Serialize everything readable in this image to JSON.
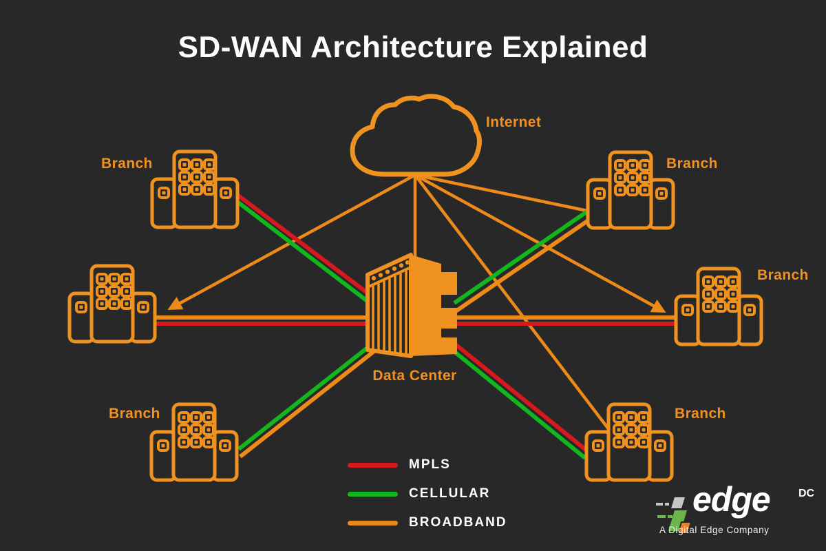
{
  "title": "SD-WAN Architecture Explained",
  "diagram": {
    "internet": {
      "label": "Internet",
      "icon": "cloud-icon"
    },
    "data_center": {
      "label": "Data Center",
      "icon": "datacenter-building-icon"
    },
    "branches": [
      {
        "id": "top-left",
        "label": "Branch"
      },
      {
        "id": "top-right",
        "label": "Branch"
      },
      {
        "id": "mid-left",
        "label": ""
      },
      {
        "id": "mid-right",
        "label": "Branch"
      },
      {
        "id": "bottom-left",
        "label": "Branch"
      },
      {
        "id": "bottom-right",
        "label": "Branch"
      }
    ],
    "connections": [
      {
        "from": "internet",
        "to": "data-center",
        "type": "broadband"
      },
      {
        "from": "internet",
        "to": "branch-mid-left",
        "type": "broadband",
        "arrow": true
      },
      {
        "from": "internet",
        "to": "branch-mid-right",
        "type": "broadband",
        "arrow": true
      },
      {
        "from": "internet",
        "to": "branch-top-right",
        "type": "broadband"
      },
      {
        "from": "internet",
        "to": "branch-bottom-right",
        "type": "broadband"
      },
      {
        "from": "branch-top-left",
        "to": "data-center",
        "types": [
          "mpls",
          "cellular"
        ]
      },
      {
        "from": "branch-top-right",
        "to": "data-center",
        "types": [
          "cellular",
          "broadband"
        ]
      },
      {
        "from": "branch-bottom-left",
        "to": "data-center",
        "types": [
          "cellular",
          "broadband"
        ]
      },
      {
        "from": "branch-bottom-right",
        "to": "data-center",
        "types": [
          "mpls",
          "cellular"
        ]
      },
      {
        "from": "branch-mid-left",
        "to": "branch-mid-right",
        "via": "data-center",
        "types": [
          "broadband",
          "mpls"
        ]
      }
    ]
  },
  "legend": {
    "items": [
      {
        "label": "MPLS",
        "color": "#D7191E"
      },
      {
        "label": "CELLULAR",
        "color": "#12B71E"
      },
      {
        "label": "BROADBAND",
        "color": "#E8871A"
      }
    ]
  },
  "logo": {
    "brand": "edge",
    "suffix": "DC",
    "tagline": "A Digital Edge Company"
  },
  "colors": {
    "background": "#282828",
    "accent_orange": "#F0921F",
    "mpls_red": "#D7191E",
    "cellular_green": "#12B71E",
    "broadband_orange": "#E8871A",
    "title_white": "#FDFDFD"
  }
}
